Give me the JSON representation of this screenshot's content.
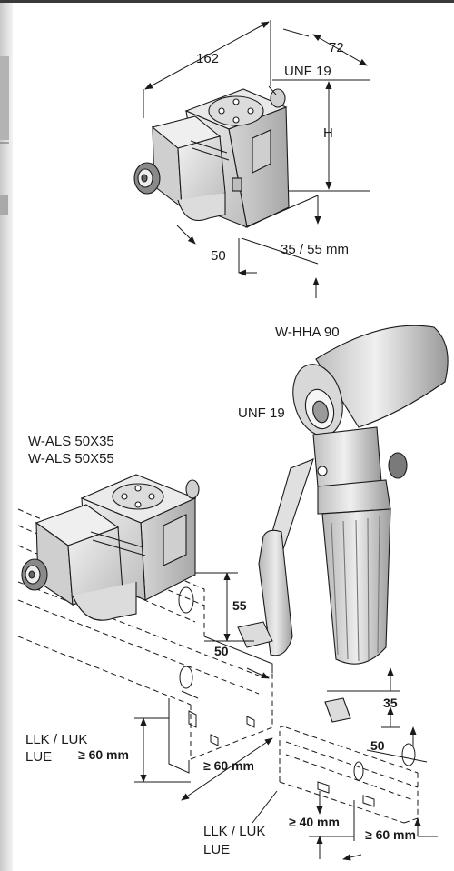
{
  "labels": {
    "dim_162": "162",
    "dim_72": "72",
    "unf_top": "UNF 19",
    "dim_h": "H",
    "dim_50_top": "50",
    "dim_35_55": "35 / 55 mm",
    "tool_name": "W-HHA 90",
    "unf_mid": "UNF 19",
    "als_1": "W-ALS 50X35",
    "als_2": "W-ALS 50X55",
    "dim_55": "55",
    "dim_50_mid": "50",
    "dim_35": "35",
    "dim_50_right": "50",
    "tray_1_a": "LLK / LUK",
    "tray_1_b": "LUE",
    "ge60_left": "≥ 60 mm",
    "ge60_mid": "≥ 60 mm",
    "ge40": "≥ 40 mm",
    "ge60_right": "≥ 60 mm",
    "tray_2_a": "LLK / LUK",
    "tray_2_b": "LUE"
  }
}
